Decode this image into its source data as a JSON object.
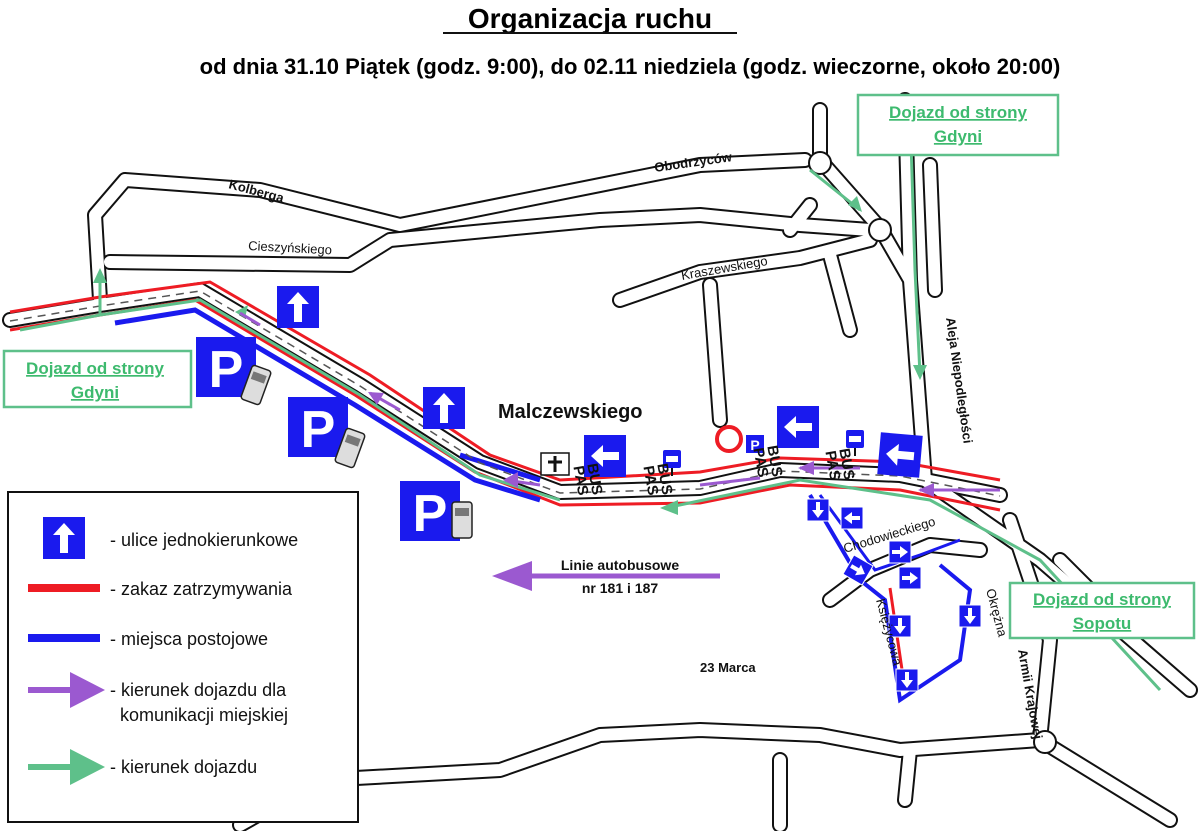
{
  "title": "Organizacja ruchu",
  "subtitle": "od dnia 31.10 Piątek (godz. 9:00), do 02.11 niedziela (godz. wieczorne, około 20:00)",
  "streets": {
    "kolberga": "Kolberga",
    "cieszynskiego": "Cieszyńskiego",
    "obodrzycow": "Obodrzyców",
    "kraszewskiego": "Kraszewskiego",
    "aleja": "Aleja Niepodległości",
    "malczewskiego": "Malczewskiego",
    "chodowieckiego": "Chodowieckiego",
    "ksiezycowa": "Księżycowa",
    "okrezna": "Okrężna",
    "marca": "23 Marca",
    "armii": "Armii Krajowej"
  },
  "boxes": {
    "gdynia_top": [
      "Dojazd od strony",
      "Gdyni"
    ],
    "gdynia_left": [
      "Dojazd od strony",
      "Gdyni"
    ],
    "sopot": [
      "Dojazd od strony",
      "Sopotu"
    ]
  },
  "bus_lines": [
    "Linie autobusowe",
    "nr 181 i 187"
  ],
  "bus_lane_label": [
    "BUS",
    "PAS"
  ],
  "parking_letter": "P",
  "legend": [
    {
      "icon": "one-way-sign",
      "label": "- ulice jednokierunkowe"
    },
    {
      "icon": "red-line",
      "label": "- zakaz zatrzymywania",
      "color": "#ee1c24"
    },
    {
      "icon": "blue-line",
      "label": "- miejsca postojowe",
      "color": "#1a1aee"
    },
    {
      "icon": "purple-arrow",
      "label": "- kierunek dojazdu dla",
      "label2": "komunikacji miejskiej",
      "color": "#9b59d0"
    },
    {
      "icon": "green-arrow",
      "label": "- kierunek dojazdu",
      "color": "#5ec08a"
    }
  ]
}
